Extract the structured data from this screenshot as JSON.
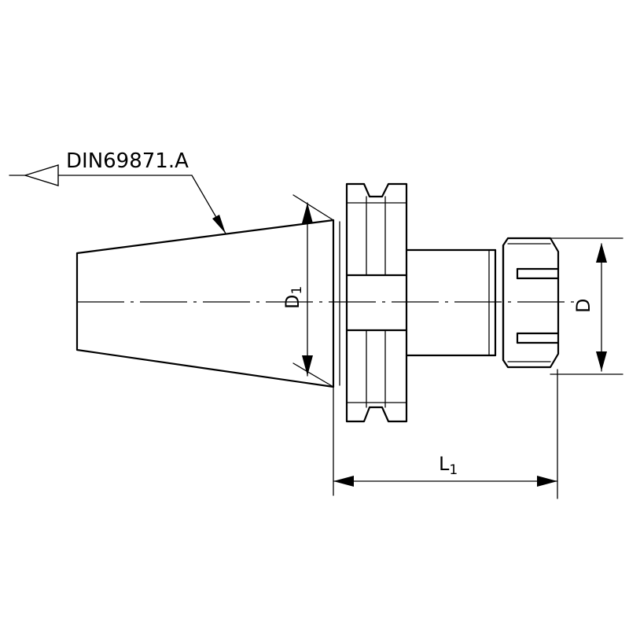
{
  "annotations": {
    "standard_label": "DIN69871.A",
    "dim_d1_main": "D",
    "dim_d1_sub": "1",
    "dim_d": "D",
    "dim_l1_main": "L",
    "dim_l1_sub": "1"
  }
}
